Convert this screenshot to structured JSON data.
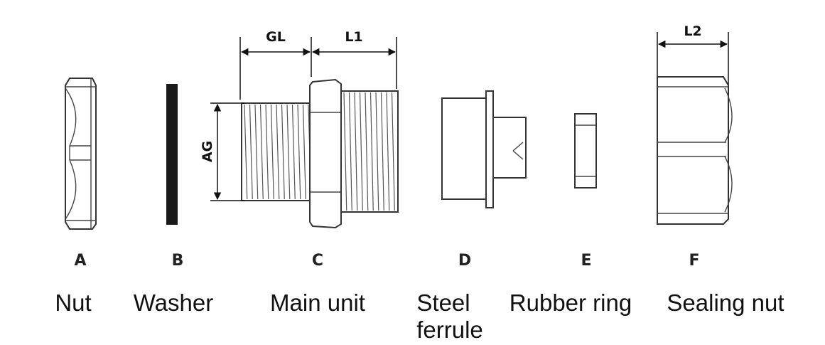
{
  "parts": [
    {
      "letter": "A",
      "name_lines": [
        "Nut"
      ]
    },
    {
      "letter": "B",
      "name_lines": [
        "Washer"
      ]
    },
    {
      "letter": "C",
      "name_lines": [
        "Main unit"
      ]
    },
    {
      "letter": "D",
      "name_lines": [
        "Steel",
        "ferrule"
      ]
    },
    {
      "letter": "E",
      "name_lines": [
        "Rubber ring"
      ]
    },
    {
      "letter": "F",
      "name_lines": [
        "Sealing nut"
      ]
    }
  ],
  "dimensions": {
    "gl": "GL",
    "l1": "L1",
    "ag": "AG",
    "l2": "L2"
  }
}
